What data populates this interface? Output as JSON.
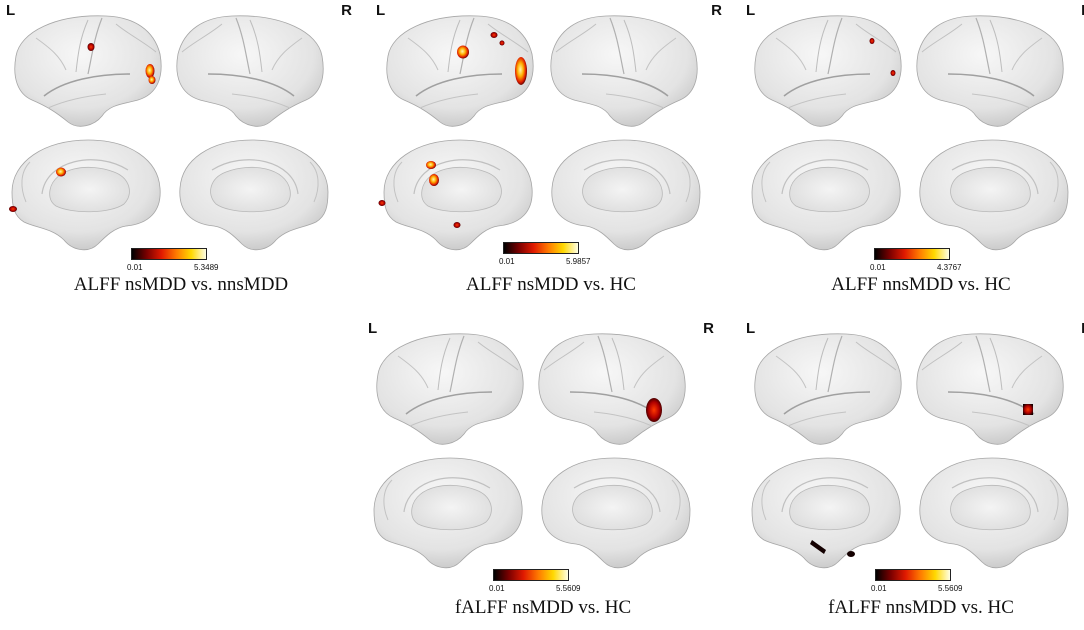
{
  "figure": {
    "hemisphere_labels": {
      "left": "L",
      "right": "R"
    },
    "colormap": [
      "#000000",
      "#7a0000",
      "#e01a00",
      "#ff7a00",
      "#ffd800",
      "#ffffe6"
    ],
    "panels": [
      {
        "id": "alff-nsmdd-vs-nnsmdd",
        "title": "ALFF nsMDD vs. nnsMDD",
        "colorbar": {
          "min": "0.01",
          "max": "5.3489"
        },
        "clusters": [
          {
            "view": "left-lateral",
            "name": "precentral cluster"
          },
          {
            "view": "left-lateral",
            "name": "frontal pole cluster"
          },
          {
            "view": "left-medial",
            "name": "medial parietal cluster"
          },
          {
            "view": "left-medial",
            "name": "occipital cluster"
          }
        ]
      },
      {
        "id": "alff-nsmdd-vs-hc",
        "title": "ALFF nsMDD vs. HC",
        "colorbar": {
          "min": "0.01",
          "max": "5.9857"
        },
        "clusters": [
          {
            "view": "left-lateral",
            "name": "precentral cluster"
          },
          {
            "view": "left-lateral",
            "name": "superior frontal cluster"
          },
          {
            "view": "left-lateral",
            "name": "frontal pole cluster"
          },
          {
            "view": "left-medial",
            "name": "medial parietal cluster"
          },
          {
            "view": "left-medial",
            "name": "occipital cluster"
          },
          {
            "view": "left-medial",
            "name": "lingual cluster"
          }
        ]
      },
      {
        "id": "alff-nnsmdd-vs-hc",
        "title": "ALFF nnsMDD vs. HC",
        "colorbar": {
          "min": "0.01",
          "max": "4.3767"
        },
        "clusters": [
          {
            "view": "left-lateral",
            "name": "superior frontal cluster"
          },
          {
            "view": "left-lateral",
            "name": "frontal pole cluster"
          }
        ]
      },
      {
        "id": "falff-nsmdd-vs-hc",
        "title": "fALFF nsMDD vs. HC",
        "colorbar": {
          "min": "0.01",
          "max": "5.5609"
        },
        "clusters": [
          {
            "view": "right-lateral",
            "name": "temporal cluster"
          }
        ]
      },
      {
        "id": "falff-nnsmdd-vs-hc",
        "title": "fALFF nnsMDD vs. HC",
        "colorbar": {
          "min": "0.01",
          "max": "5.5609"
        },
        "clusters": [
          {
            "view": "right-lateral",
            "name": "temporal cluster"
          },
          {
            "view": "left-medial",
            "name": "parahippocampal cluster"
          }
        ]
      }
    ]
  }
}
